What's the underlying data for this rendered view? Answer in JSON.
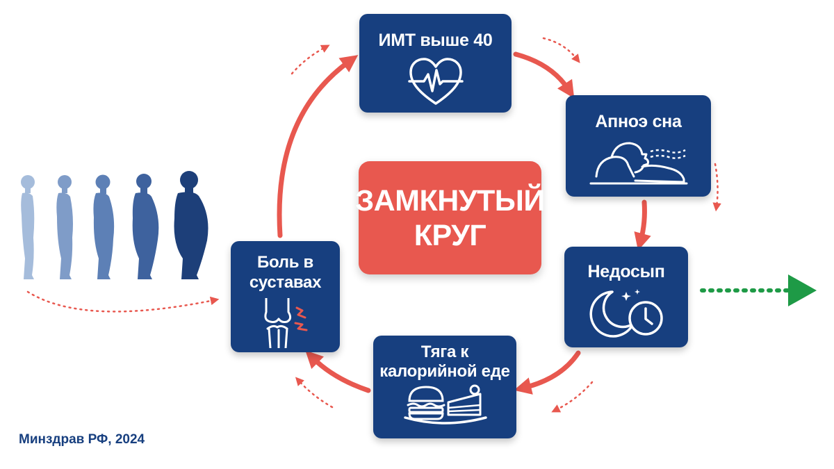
{
  "center": {
    "title": "ЗАМКНУТЫЙ\nКРУГ"
  },
  "nodes": {
    "bmi": {
      "label": "ИМТ выше 40",
      "icon": "heart-pulse-icon"
    },
    "apnea": {
      "label": "Апноэ сна",
      "icon": "sleeping-person-icon"
    },
    "sleep": {
      "label": "Недосып",
      "icon": "moon-clock-icon"
    },
    "food": {
      "label": "Тяга к\nкалорийной еде",
      "icon": "burger-cake-icon"
    },
    "pain": {
      "label": "Боль в\nсуставах",
      "icon": "knee-joint-icon"
    }
  },
  "silhouettes": {
    "icon": "body-silhouette-progression-icon",
    "count": 5
  },
  "source": "Минздрав РФ, 2024",
  "colors": {
    "node_bg": "#173f7f",
    "center_bg": "#e8584f",
    "arrow": "#e8584f",
    "exit_arrow": "#1e9a46",
    "silhouettes": [
      "#a5bcdb",
      "#7f9cc8",
      "#5d80b6",
      "#3e629e",
      "#1d3f79"
    ]
  }
}
